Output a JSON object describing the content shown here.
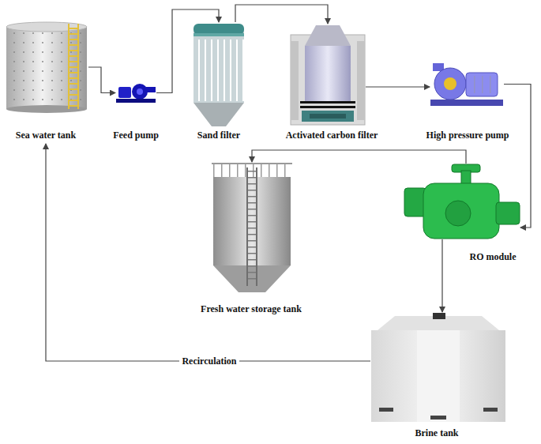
{
  "diagram": {
    "nodes": [
      {
        "text": [
          "Sea water tank"
        ]
      },
      {
        "text": [
          "Feed pump"
        ]
      },
      {
        "text": [
          "Sand filter"
        ]
      },
      {
        "text": [
          "Activated carbon filter"
        ]
      },
      {
        "text": [
          "High pressure pump"
        ]
      },
      {
        "text": [
          "Fresh water storage tank"
        ]
      },
      {
        "text": [
          "RO module"
        ]
      },
      {
        "text": [
          "Brine tank"
        ]
      }
    ],
    "edges": [
      {
        "from": 0,
        "to": 1,
        "arrow": "to"
      },
      {
        "from": 1,
        "to": 2,
        "arrow": "to"
      },
      {
        "from": 2,
        "to": 3,
        "arrow": "to"
      },
      {
        "from": 3,
        "to": 4,
        "arrow": "to"
      },
      {
        "from": 4,
        "to": 6,
        "arrow": "to"
      },
      {
        "from": 6,
        "to": 5,
        "arrow": "to"
      },
      {
        "from": 6,
        "to": 7,
        "arrow": "to"
      },
      {
        "from": 7,
        "to": 0,
        "label": "Recirculation",
        "arrow": "to"
      }
    ]
  }
}
